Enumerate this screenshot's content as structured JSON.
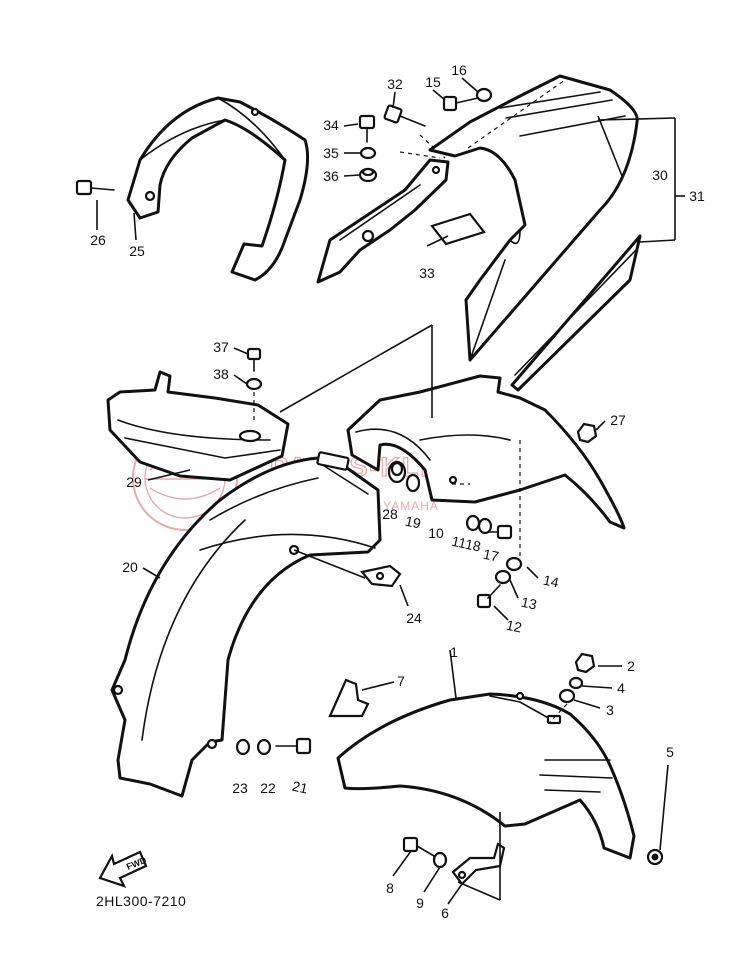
{
  "diagram": {
    "parts": [
      {
        "id": "1"
      },
      {
        "id": "2"
      },
      {
        "id": "3"
      },
      {
        "id": "4"
      },
      {
        "id": "5"
      },
      {
        "id": "6"
      },
      {
        "id": "7"
      },
      {
        "id": "8"
      },
      {
        "id": "9"
      },
      {
        "id": "10"
      },
      {
        "id": "11"
      },
      {
        "id": "12"
      },
      {
        "id": "13"
      },
      {
        "id": "14"
      },
      {
        "id": "15"
      },
      {
        "id": "16"
      },
      {
        "id": "17"
      },
      {
        "id": "18"
      },
      {
        "id": "19"
      },
      {
        "id": "20"
      },
      {
        "id": "21"
      },
      {
        "id": "22"
      },
      {
        "id": "23"
      },
      {
        "id": "24"
      },
      {
        "id": "25"
      },
      {
        "id": "26"
      },
      {
        "id": "27"
      },
      {
        "id": "28"
      },
      {
        "id": "29"
      },
      {
        "id": "30"
      },
      {
        "id": "31"
      },
      {
        "id": "32"
      },
      {
        "id": "33"
      },
      {
        "id": "34"
      },
      {
        "id": "35"
      },
      {
        "id": "36"
      },
      {
        "id": "37"
      },
      {
        "id": "38"
      }
    ],
    "drawing_code": "2HL300-7210",
    "direction_label": "FWD",
    "watermark": {
      "text": "PARTS-KLEPPI",
      "subtext": "WOJCIECHOWSKI YAMAHA",
      "color": "#e3a2a2"
    }
  }
}
